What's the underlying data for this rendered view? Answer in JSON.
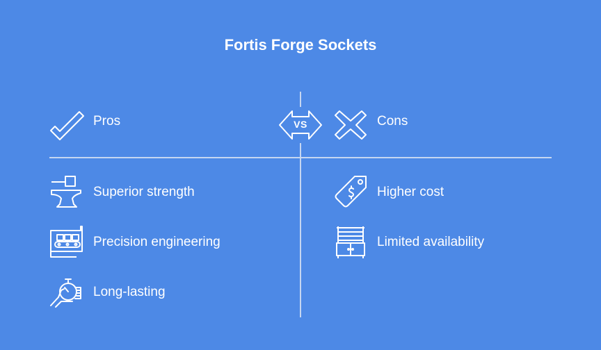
{
  "title": "Fortis Forge Sockets",
  "vs": "VS",
  "pros": {
    "heading": "Pros",
    "items": [
      "Superior strength",
      "Precision engineering",
      "Long-lasting"
    ]
  },
  "cons": {
    "heading": "Cons",
    "items": [
      "Higher cost",
      "Limited availability"
    ]
  },
  "colors": {
    "background": "#4d89e6",
    "foreground": "#ffffff",
    "divider": "#c5d6f1"
  }
}
